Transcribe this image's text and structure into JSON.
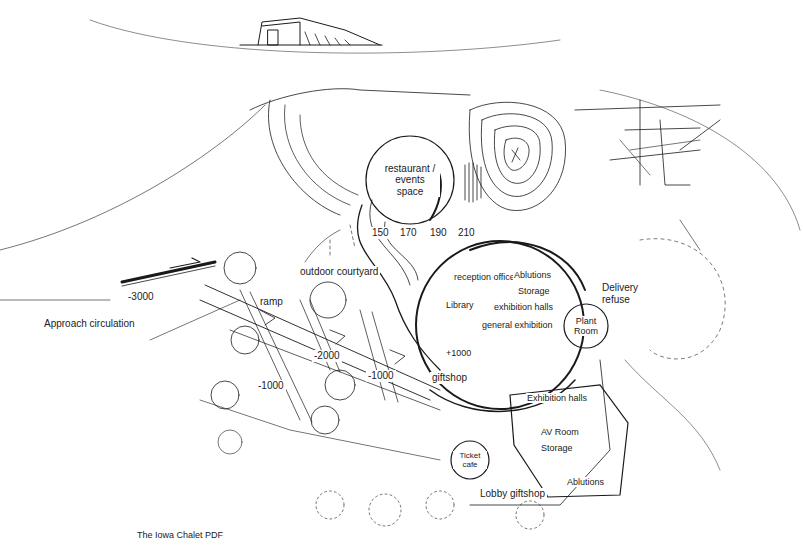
{
  "diagram": {
    "caption": "The Iowa Chalet PDF",
    "nodes": [
      {
        "text": [
          "restaurant / events space"
        ]
      },
      {
        "text": [
          "reception office",
          "Ablutions",
          "Storage",
          "Library",
          "exhibition halls",
          "general exhibition",
          "+1000"
        ]
      },
      {
        "text": [
          "Plant Room"
        ]
      },
      {
        "text": [
          "Exhibition halls",
          "AV Room",
          "Storage",
          "Ablutions"
        ]
      },
      {
        "text": [
          "Ticket cafe"
        ]
      }
    ],
    "labels": [
      "outdoor courtyard",
      "Approach circulation",
      "Delivery refuse",
      "-3000",
      "-2000",
      "-1000",
      "-1000",
      "ramp",
      "150",
      "170",
      "190",
      "210",
      "giftshop",
      "Lobby giftshop"
    ]
  }
}
